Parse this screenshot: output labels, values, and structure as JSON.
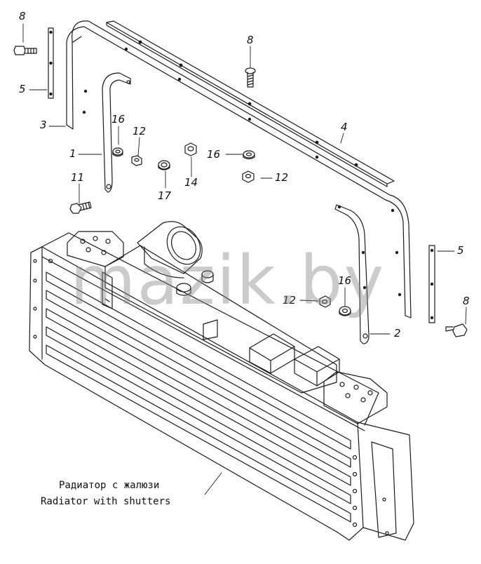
{
  "diagram": {
    "part_labels": {
      "p1": "1",
      "p2": "2",
      "p3": "3",
      "p4": "4",
      "p5_left": "5",
      "p5_right": "5",
      "p8_top_left": "8",
      "p8_top_mid": "8",
      "p8_right": "8",
      "p11": "11",
      "p12_a": "12",
      "p12_b": "12",
      "p12_c": "12",
      "p14": "14",
      "p16_a": "16",
      "p16_b": "16",
      "p16_c": "16",
      "p17": "17"
    },
    "caption": {
      "ru": "Радиатор с жалюзи",
      "en": "Radiator with shutters"
    },
    "watermark": "mazik.by"
  }
}
